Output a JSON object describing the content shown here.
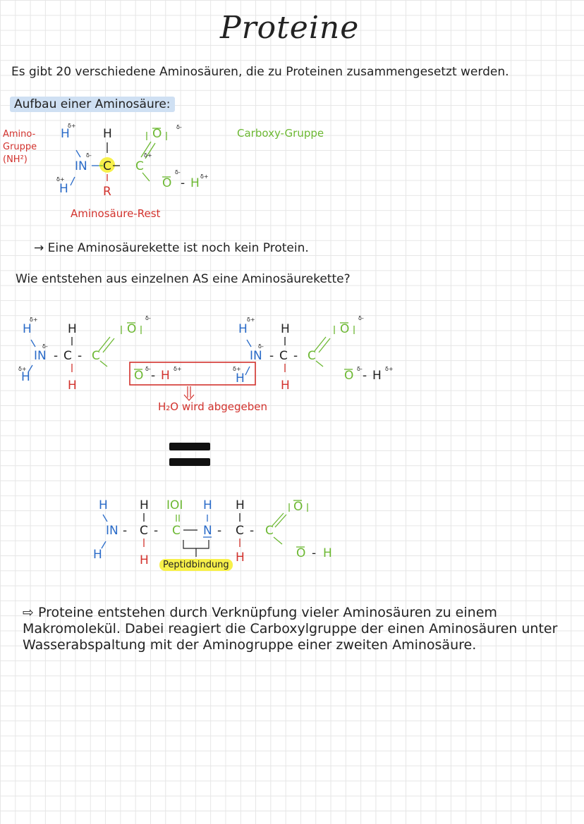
{
  "title": "Proteine",
  "intro": "Es gibt 20 verschiedene Aminosäuren, die zu Proteinen zusammengesetzt werden.",
  "section_heading": "Aufbau einer Aminosäure:",
  "amino_group_label": {
    "line1": "Amino-",
    "line2": "Gruppe",
    "line3": "(NH²)"
  },
  "carboxy_label": "Carboxy-Gruppe",
  "rest_label": "Aminosäure-Rest",
  "not_protein": "→ Eine Aminosäurekette ist noch kein Protein.",
  "question": "Wie entstehen aus einzelnen AS eine Aminosäurekette?",
  "water_note": "H₂O wird abgegeben",
  "peptide_label": "Peptidbindung",
  "conclusion": "⇨ Proteine entstehen durch Verknüpfung vieler Aminosäuren zu einem Makromolekül. Dabei reagiert die Carboxylgruppe der einen Aminosäuren unter Wasserabspaltung mit der Aminogruppe einer zweiten Aminosäure.",
  "atoms": {
    "H": "H",
    "C": "C",
    "N": "N",
    "O": "O",
    "R": "R",
    "delta_plus": "δ+",
    "delta_minus": "δ-"
  },
  "colors": {
    "amino": "#2a6bc8",
    "carboxy": "#6cb832",
    "rest": "#d2322d",
    "highlight_yellow": "#f7f04a",
    "highlight_blue": "#cfe0f3"
  }
}
